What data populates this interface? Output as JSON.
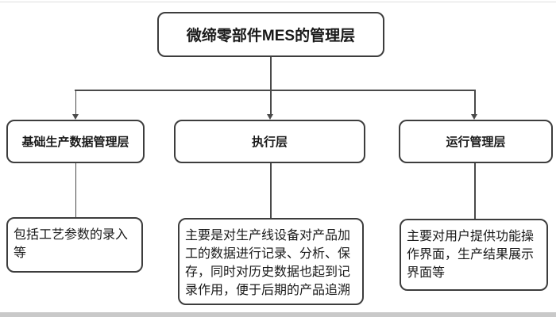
{
  "diagram": {
    "title": "微缔零部件MES的管理层",
    "nodes": [
      {
        "label": "基础生产数据管理层",
        "description": "包括工艺参数的录入等"
      },
      {
        "label": "执行层",
        "description": "主要是对生产线设备对产品加工的数据进行记录、分析、保存，同时对历史数据也起到记录作用，便于后期的产品追溯"
      },
      {
        "label": "运行管理层",
        "description": "主要对用户提供功能操作界面，生产结果展示界面等"
      }
    ],
    "colors": {
      "canvas_bg": "#ffffff",
      "box_border": "#3d3d3d",
      "connector": "#4a4a4a",
      "text": "#1a1a1a",
      "edge_strip": "#c9c9c9"
    }
  }
}
